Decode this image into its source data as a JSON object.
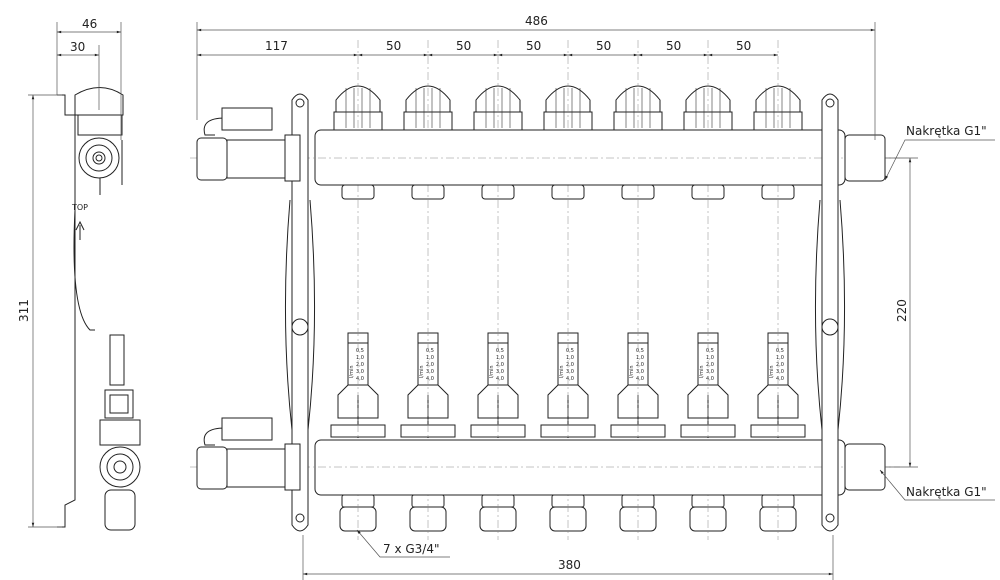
{
  "side_view": {
    "width_total": "46",
    "width_axis": "30",
    "height_total": "311",
    "top_mark": "TOP"
  },
  "front_view": {
    "overall_length": "486",
    "first_outlet_offset": "117",
    "outlet_spacing": [
      "50",
      "50",
      "50",
      "50",
      "50",
      "50"
    ],
    "manifold_spacing": "220",
    "bracket_spacing": "380",
    "nut_label_top": "Nakrętka G1\"",
    "nut_label_bottom": "Nakrętka G1\"",
    "outlet_label": "7 x G3/4\"",
    "outlet_count": 7,
    "flowmeter_scale": [
      "0,5",
      "1,0",
      "2,0",
      "3,0",
      "4,0"
    ],
    "flowmeter_unit": "l/min"
  }
}
